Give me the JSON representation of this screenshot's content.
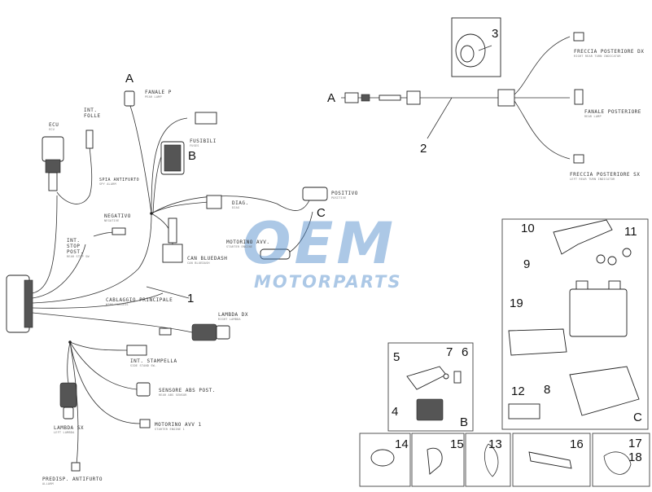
{
  "watermark": {
    "brand": "OEM",
    "tagline": "MOTORPARTS"
  },
  "labels": {
    "fanale_p": {
      "text": "FANALE P",
      "sub": "PEAR LAMP"
    },
    "int_folle": {
      "text": "INT. FOLLE",
      "sub": ""
    },
    "ecu": {
      "text": "ECU",
      "sub": "ECU"
    },
    "fusibili": {
      "text": "FUSIBILI",
      "sub": "FUSES"
    },
    "spia_antifurto": {
      "text": "SPIA ANTIFURTO",
      "sub": "SPY ALARM"
    },
    "diag": {
      "text": "DIAG.",
      "sub": "DIAG"
    },
    "positivo": {
      "text": "POSITIVO",
      "sub": "POSITIVE"
    },
    "negativo": {
      "text": "NEGATIVO",
      "sub": "NEGATIVE"
    },
    "int_stop_post": {
      "text": "INT. STOP POST.",
      "sub": "REAR STOP SW"
    },
    "motorino_avv": {
      "text": "MOTORINO AVV.",
      "sub": "STARTER ENGINE"
    },
    "can_bluedash": {
      "text": "CAN BLUEDASH",
      "sub": "CAN BLUEDASH"
    },
    "cablaggio_principale": {
      "text": "CABLAGGIO PRINCIPALE",
      "sub": "WIRE HARNESS"
    },
    "lambda_dx": {
      "text": "LAMBDA DX",
      "sub": "RIGHT LAMBDA"
    },
    "int_stampella": {
      "text": "INT. STAMPELLA",
      "sub": "SIDE STAND SW."
    },
    "sensore_abs_post": {
      "text": "SENSORE ABS POST.",
      "sub": "REAR ABS SENSOR"
    },
    "motorino_avv_1": {
      "text": "MOTORINO AVV 1",
      "sub": "STARTER ENGINE 1"
    },
    "lambda_sx": {
      "text": "LAMBDA SX",
      "sub": "LEFT LAMBDA"
    },
    "predisp_antifurto": {
      "text": "PREDISP. ANTIFURTO",
      "sub": "ALLARM"
    },
    "freccia_post_dx": {
      "text": "FRECCIA POSTERIORE DX",
      "sub": "RIGHT REAR TURN INDICATOR"
    },
    "fanale_posteriore": {
      "text": "FANALE POSTERIORE",
      "sub": "REAR LAMP"
    },
    "freccia_post_sx": {
      "text": "FRECCIA POSTERIORE SX",
      "sub": "LEFT REAR TURN INDICATOR"
    }
  },
  "callouts": {
    "A_left": "A",
    "A_right": "A",
    "B_fuse": "B",
    "C_positive": "C",
    "B_box": "B",
    "C_box": "C",
    "n1": "1",
    "n2": "2",
    "n3": "3",
    "n4": "4",
    "n5": "5",
    "n6": "6",
    "n7": "7",
    "n8": "8",
    "n9": "9",
    "n10": "10",
    "n11": "11",
    "n12": "12",
    "n13": "13",
    "n14": "14",
    "n15": "15",
    "n16": "16",
    "n17": "17",
    "n18": "18",
    "n19": "19"
  }
}
